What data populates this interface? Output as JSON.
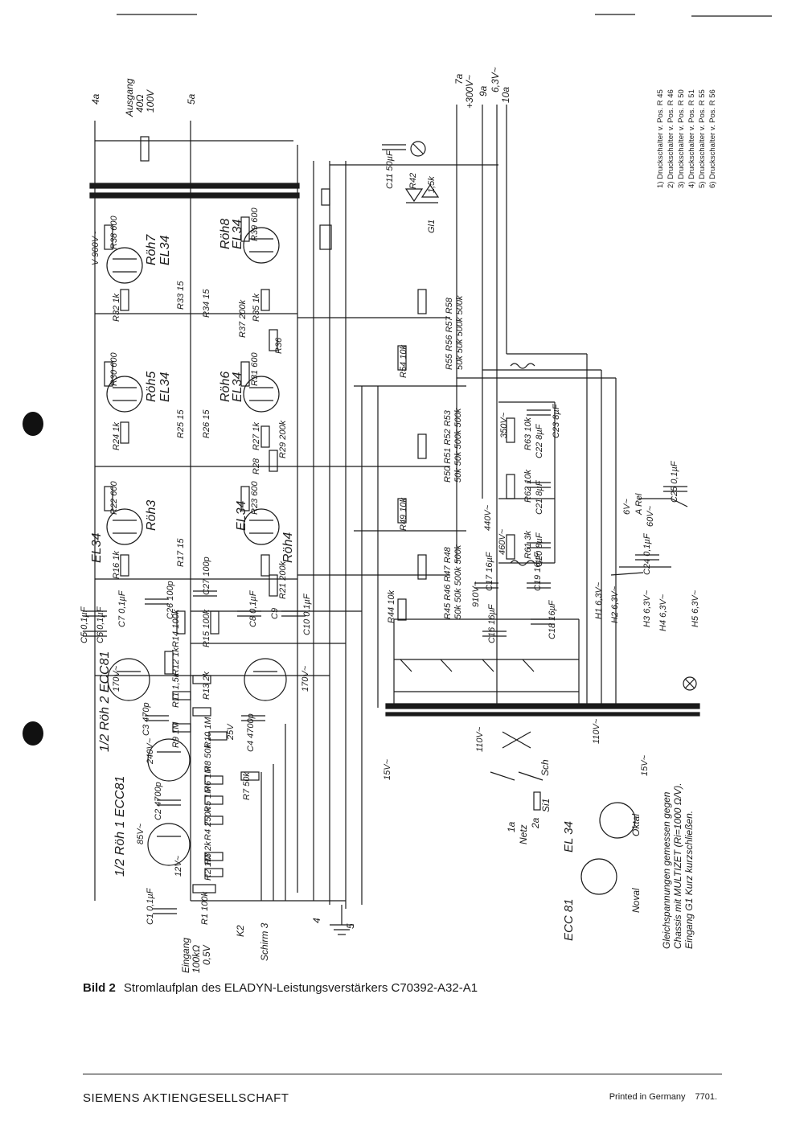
{
  "caption": {
    "figure": "Bild 2",
    "title": "Stromlaufplan des ELADYN-Leistungsverstärkers C70392-A32-A1"
  },
  "footer": {
    "company": "SIEMENS AKTIENGESELLSCHAFT",
    "printed": "Printed in Germany",
    "code": "7701."
  },
  "footnotes": [
    "1) Druckschalter v. Pos. R 45",
    "2) Druckschalter v. Pos. R 46",
    "3) Druckschalter v. Pos. R 50",
    "4) Druckschalter v. Pos. R 51",
    "5) Druckschalter v. Pos. R 55",
    "6) Druckschalter v. Pos. R 56"
  ],
  "measurement_note": [
    "Gleichspannungen gemessen gegen",
    "Chassis mit MULTIZET (Ri=1000 Ω/V).",
    "Eingang G1 Kurz kurzschließen."
  ],
  "tube_labels": {
    "roh1": "1/2 Röh 1 ECC81",
    "roh2": "1/2 Röh 2 ECC81",
    "roh3": "Röh3",
    "roh4": "Röh4",
    "roh5": "Röh5",
    "roh6": "Röh6",
    "roh7": "Röh7",
    "roh8": "Röh8",
    "el34": "EL34"
  },
  "terminals": {
    "ausgang": "Ausgang",
    "ausgang_z": "40Ω",
    "ausgang_v": "100V",
    "t4a": "4a",
    "t5a": "5a",
    "t7a": "7a",
    "t9a": "9a",
    "t10a": "10a",
    "v300": "+300V~",
    "v63": "6,3V~",
    "eingang": "Eingang",
    "eingang_z": "100kΩ",
    "eingang_v": "0,5V",
    "schirm": "Schirm 3",
    "k2": "K2",
    "netz": "Netz",
    "t1a": "1a",
    "t2a": "2a",
    "sch": "Sch",
    "si1": "Si1",
    "t4": "4",
    "t5": "5"
  },
  "components": {
    "v900": "V 900V~",
    "r38": "R38 600",
    "r39": "R39 600",
    "r30": "R30 600",
    "r31": "R31 600",
    "r22": "R22 600",
    "r23": "R23 600",
    "r32": "R32 1k",
    "r24": "R24 1k",
    "r16": "R16 1k",
    "r33": "R33 15",
    "r25": "R25 15",
    "r17": "R17 15",
    "r34": "R34 15",
    "r26": "R26 15",
    "r35": "R35 1k",
    "r27": "R27 1k",
    "r37": "R37 200k",
    "r29": "R29 200k",
    "r36": "R36",
    "r28": "R28",
    "r21": "R21 200k",
    "r54": "R54 10k",
    "r49": "R49 10k",
    "r44": "R44 10k",
    "r55": "R55 R56 R57 R58",
    "r55v": "50k 50k 500k 500k",
    "r50": "R50 R51 R52 R53",
    "r50v": "50k 50k 500k 500k",
    "r45": "R45 R46 R47 R48",
    "r45v": "50k 50k 500k 500k",
    "c11": "C11 50µF",
    "r42": "R42",
    "r43": "1,5k",
    "gl1": "Gl1",
    "v350": "350V~",
    "v440": "440V~",
    "v460": "460V~",
    "v910": "910V~",
    "r63": "R63 10k",
    "r62": "R62 10k",
    "r61": "R61 3k",
    "c23": "C23 8µF",
    "c22": "C22 8µF",
    "c21": "C21 8µF",
    "c20": "C20 8µF",
    "c17": "C17 16µF",
    "c19": "C19 16µF",
    "c16": "C16 16µF",
    "c18": "C18 16µF",
    "c24": "C24 0,1µF",
    "c25": "C25 0,1µF",
    "arel": "A Rel",
    "v6": "6V~",
    "v60": "60V~",
    "h1": "H1 6,3V~",
    "h2": "H2 6,3V~",
    "h3": "H3 6,3V~",
    "h4": "H4 6,3V~",
    "h5": "H5 6,3V~",
    "c5": "C5 0,1µF",
    "c6": "C6 0,1µF",
    "c7": "C7 0,1µF",
    "c26": "C26 100p",
    "c27": "C27 100p",
    "c8": "C8 0,1µF",
    "c9": "C9",
    "c10": "C10 0,1µF",
    "r14": "R14 100k",
    "r15": "R15 100k",
    "r12": "R12 1k",
    "r13": "R13 2k",
    "r11": "R11 1,5k",
    "r9": "R9 1M",
    "r10": "R10 1M",
    "r8": "R8 50k",
    "c3": "C3 470p",
    "c4": "C4 4700p",
    "r6": "R6 1M",
    "r5": "R5 1M",
    "r4": "R4 250k",
    "r7": "R7 50k",
    "c2": "C2 4700p",
    "r3": "R3 2k",
    "r2": "R2 1M",
    "r1": "R1 100k",
    "c1": "C1 0,1µF",
    "v170": "170V~",
    "v240": "240V~",
    "v85": "85V~",
    "v12": "12V~",
    "v25": "25V",
    "v110": "110V~",
    "v15": "15V~",
    "ecc81_base": "ECC 81",
    "el34_base": "EL 34",
    "noval": "Noval",
    "oktal": "Oktal"
  }
}
